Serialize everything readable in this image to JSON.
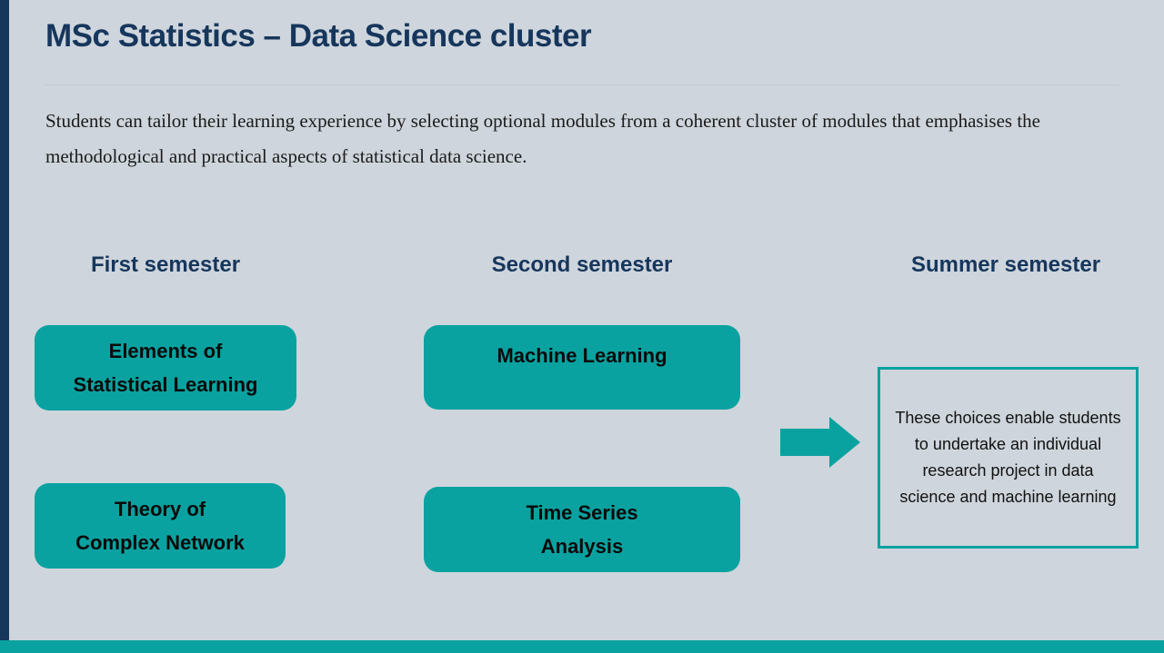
{
  "slide": {
    "title": "MSc Statistics – Data Science cluster",
    "description": "Students can tailor their learning experience by selecting optional modules from a coherent cluster of modules that emphasises the methodological and practical aspects of statistical data science.",
    "columns": [
      {
        "header": "First semester",
        "modules": [
          "Elements of\nStatistical Learning",
          "Theory of\nComplex Network"
        ]
      },
      {
        "header": "Second semester",
        "modules": [
          "Machine Learning",
          "Time Series\nAnalysis"
        ]
      },
      {
        "header": "Summer semester",
        "modules": []
      }
    ],
    "arrow_icon": "right-arrow",
    "outcome_note": "These choices enable students to undertake an individual research project in data science and machine learning",
    "colors": {
      "background": "#ced5dc",
      "navy": "#16365c",
      "teal": "#0aa2a0",
      "box_text": "#0a0a0a"
    }
  }
}
